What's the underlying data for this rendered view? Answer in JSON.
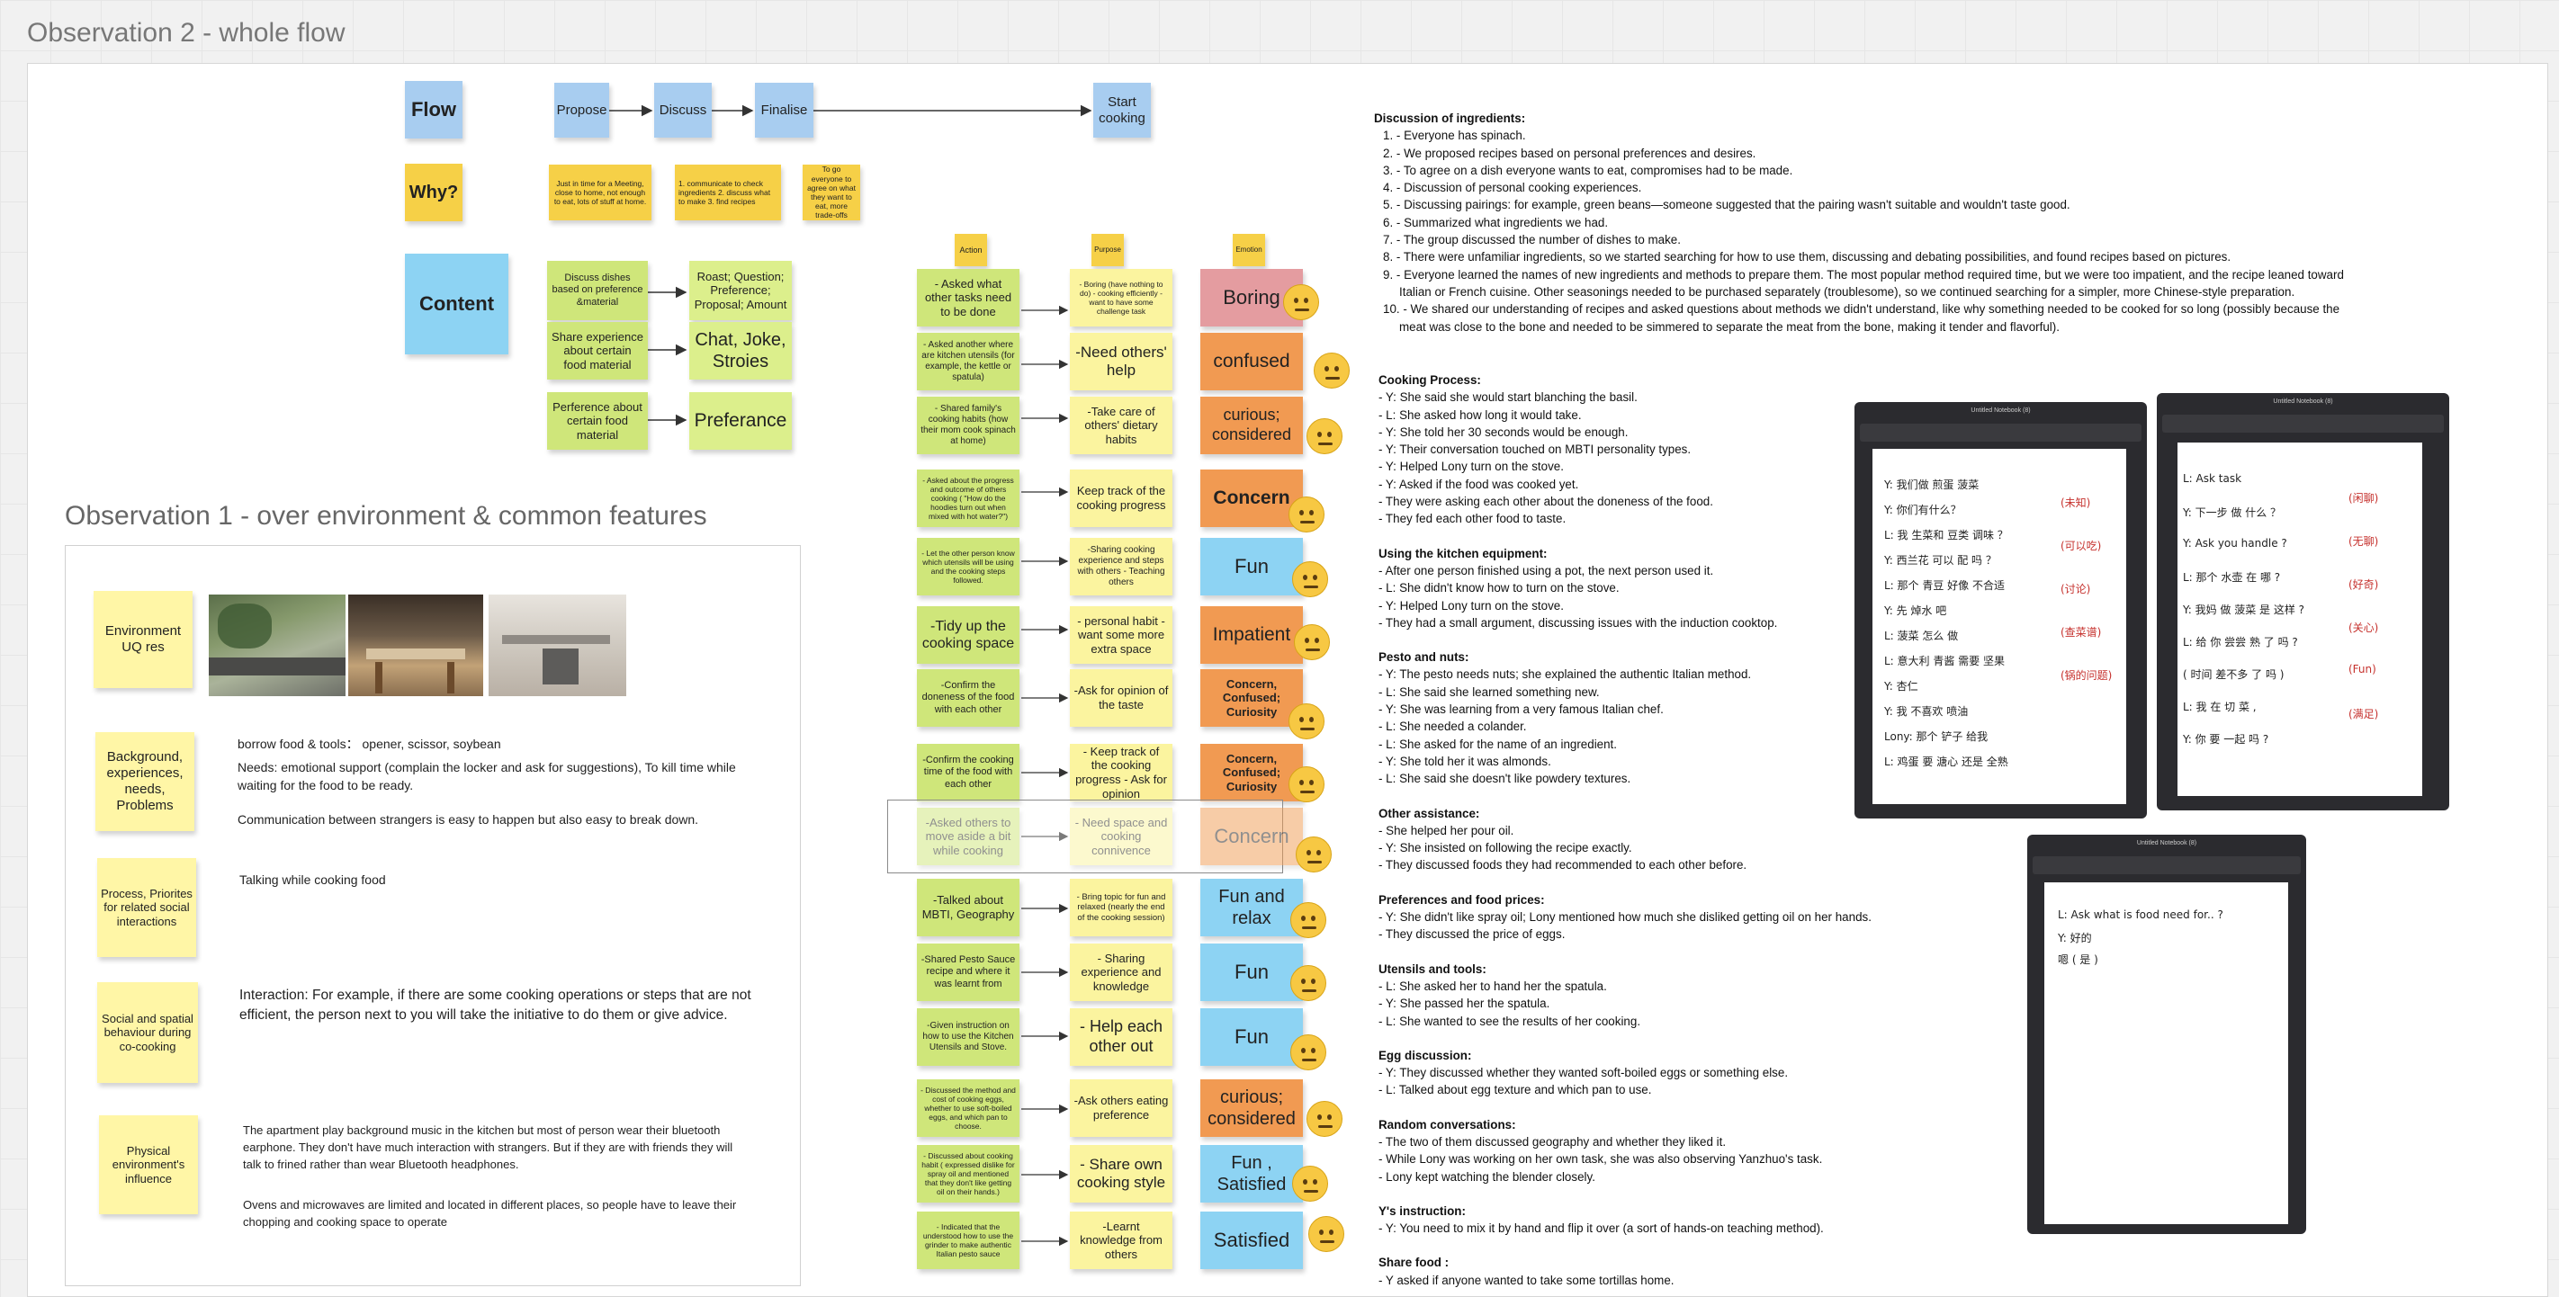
{
  "obs2_title": "Observation 2 - whole flow",
  "obs1_title": "Observation 1 - over environment & common features",
  "flow": {
    "row_labels": {
      "flow": "Flow",
      "why": "Why?",
      "content": "Content"
    },
    "steps": [
      "Propose",
      "Discuss",
      "Finalise",
      "Start cooking"
    ],
    "why_notes": [
      "Just in time for a Meeting, close to home, not enough to eat, lots of stuff at home.",
      "1. communicate to check ingredients 2. discuss what to make 3. find recipes",
      "To go everyone to agree on what they want to eat, more trade-offs"
    ],
    "content_rows": [
      {
        "left": "Discuss dishes based on preference &material",
        "right": "Roast;  Question; Preference; Proposal;  Amount"
      },
      {
        "left": "Share experience about certain food material",
        "right": "Chat, Joke, Stroies"
      },
      {
        "left": "Perference about certain food material",
        "right": "Preferance"
      }
    ]
  },
  "columns": {
    "action": "Action",
    "purpose": "Purpose",
    "emotion": "Emotion"
  },
  "rows": [
    {
      "action": "- Asked what other tasks need to be done",
      "purpose": "- Boring (have nothing to do) - cooking efficiently - want to have some challenge task",
      "emotion": "Boring"
    },
    {
      "action": "- Asked another where are kitchen utensils (for example, the kettle or spatula)",
      "purpose": "-Need others' help",
      "emotion": "confused"
    },
    {
      "action": "- Shared family's cooking habits (how their mom cook spinach at home)",
      "purpose": "-Take care of others' dietary habits",
      "emotion": "curious; considered"
    },
    {
      "action": "- Asked about the progress and outcome of others cooking ( \"How do the hoodies turn out when mixed with hot water?\")",
      "purpose": "Keep track of the cooking progress",
      "emotion": "Concern"
    },
    {
      "action": "- Let the other person know which utensils will be using and the cooking steps followed.",
      "purpose": "-Sharing cooking experience and steps with others - Teaching others",
      "emotion": "Fun"
    },
    {
      "action": "-Tidy up the cooking space",
      "purpose": "- personal habit - want some more extra space",
      "emotion": "Impatient"
    },
    {
      "action": "-Confirm the doneness of the food with each other",
      "purpose": "-Ask for opinion of the taste",
      "emotion": "Concern, Confused; Curiosity"
    },
    {
      "action": "-Confirm the cooking time of the food with each other",
      "purpose": "- Keep track of the cooking progress - Ask for opinion",
      "emotion": "Concern, Confused; Curiosity"
    },
    {
      "action": "-Asked others to move aside a bit while cooking",
      "purpose": "- Need space and cooking connivence",
      "emotion": "Concern"
    },
    {
      "action": "-Talked about MBTI, Geography",
      "purpose": "- Bring topic for fun and relaxed (nearly the end of the cooking session)",
      "emotion": "Fun and relax"
    },
    {
      "action": "-Shared Pesto Sauce recipe and where it was learnt from",
      "purpose": "- Sharing experience and knowledge",
      "emotion": "Fun"
    },
    {
      "action": "-Given instruction on how to use the Kitchen Utensils and Stove.",
      "purpose": "- Help each other out",
      "emotion": "Fun"
    },
    {
      "action": "- Discussed the method and cost of cooking eggs, whether to use soft-boiled eggs, and which pan to choose.",
      "purpose": "-Ask others eating preference",
      "emotion": "curious; considered"
    },
    {
      "action": "- Discussed about cooking habit ( expressed dislike for spray oil and mentioned that they don't like getting oil on their hands.)",
      "purpose": "- Share own cooking style",
      "emotion": "Fun , Satisfied"
    },
    {
      "action": "- Indicated that the understood how to use the grinder to make authentic Italian pesto sauce",
      "purpose": "-Learnt knowledge from others",
      "emotion": "Satisfied"
    }
  ],
  "obs1": {
    "rows": [
      {
        "label": "Environment UQ res"
      },
      {
        "label": "Background, experiences, needs, Problems",
        "lines": [
          "borrow food & tools： opener, scissor, soybean",
          "Needs: emotional support (complain the locker and ask for suggestions), To kill time while waiting for the food to be ready.",
          "Communication between strangers is easy to happen but also easy to break down."
        ]
      },
      {
        "label": "Process, Priorites for related social interactions",
        "lines": [
          "Talking while cooking food"
        ]
      },
      {
        "label": "Social and spatial behaviour during co-cooking",
        "lines": [
          "Interaction: For example, if there are some cooking operations or steps that are not efficient, the person next to you will take the initiative to do them or give advice."
        ]
      },
      {
        "label": "Physical environment's influence",
        "lines": [
          "The apartment play background music in the kitchen but most of person wear their bluetooth earphone. They don't have much interaction with strangers. But if they are with friends they will talk to frined rather than wear Bluetooth headphones.",
          "Ovens and microwaves are limited and located in different places, so people have to leave their chopping and cooking space to operate"
        ]
      }
    ]
  },
  "notes": {
    "ingredients_title": "Discussion of ingredients:",
    "ingredients": [
      "1. - Everyone has spinach.",
      "2. - We proposed recipes based on personal preferences and desires.",
      "3. - To agree on a dish everyone wants to eat, compromises had to be made.",
      "4. - Discussion of personal cooking experiences.",
      "5. - Discussing pairings: for example, green beans—someone suggested that the pairing wasn't suitable and wouldn't taste good.",
      "6. - Summarized what ingredients we had.",
      "7. - The group discussed the number of dishes to make.",
      "8. - There were unfamiliar ingredients, so we started searching for how to use them, discussing and debating possibilities, and found recipes based on pictures.",
      "9. - Everyone learned the names of new ingredients and methods to prepare them. The most popular method required time, but we were too impatient, and the recipe leaned toward",
      "Italian or French cuisine. Other seasonings needed to be purchased separately (troublesome), so we continued searching for a simpler, more Chinese-style preparation.",
      "10. - We shared our understanding of recipes and asked questions about methods we didn't understand, like why something needed to be cooked for so long (possibly because the",
      "meat was close to the bone and needed to be simmered to separate the meat from the bone, making it tender and flavorful)."
    ],
    "sections": [
      {
        "title": "Cooking Process:",
        "lines": [
          "- Y: She said she would start blanching the basil.",
          "- L: She asked how long it would take.",
          "- Y: She told her 30 seconds would be enough.",
          "- Y: Their conversation touched on MBTI personality types.",
          "- Y: Helped Lony turn on the stove.",
          "- Y: Asked if the food was cooked yet.",
          "- They were asking each other about the doneness of the food.",
          "- They fed each other food to taste."
        ]
      },
      {
        "title": "Using the kitchen equipment:",
        "lines": [
          "- After one person finished using a pot, the next person used it.",
          "- L: She didn't know how to turn on the stove.",
          "- Y: Helped Lony turn on the stove.",
          "- They had a small argument, discussing issues with the induction cooktop."
        ]
      },
      {
        "title": "Pesto and nuts:",
        "lines": [
          "- Y: The pesto needs nuts; she explained the authentic Italian method.",
          "- L: She said she learned something new.",
          "- Y: She was learning from a very famous Italian chef.",
          "- L: She needed a colander.",
          "- L: She asked for the name of an ingredient.",
          "- Y: She told her it was almonds.",
          "- L: She said she doesn't like powdery textures."
        ]
      },
      {
        "title": "Other assistance:",
        "lines": [
          "- She helped her pour oil.",
          "- Y: She insisted on following the recipe exactly.",
          "- They discussed foods they had recommended to each other before."
        ]
      },
      {
        "title": "Preferences and food prices:",
        "lines": [
          "- Y: She didn't like spray oil; Lony mentioned how much she disliked getting oil on her hands.",
          "- They discussed the price of eggs."
        ]
      },
      {
        "title": "Utensils and tools:",
        "lines": [
          "- L: She asked her to hand her the spatula.",
          "- Y: She passed her the spatula.",
          "- L: She wanted to see the results of her cooking."
        ]
      },
      {
        "title": "Egg discussion:",
        "lines": [
          "- Y: They discussed whether they wanted soft-boiled eggs or something else.",
          "- L: Talked about egg texture and which pan to use."
        ]
      },
      {
        "title": "Random conversations:",
        "lines": [
          "- The two of them discussed geography and whether they liked it.",
          "- While Lony was working on her own task, she was also observing Yanzhuo's task.",
          "- Lony kept watching the blender closely."
        ]
      },
      {
        "title": "Y's instruction:",
        "lines": [
          "- Y: You need to mix it by hand and flip it over (a sort of hands-on teaching method)."
        ]
      },
      {
        "title": "Share food :",
        "lines": [
          "- Y asked if anyone wanted to take some tortillas home."
        ]
      }
    ]
  },
  "tablets": {
    "t1": {
      "header": "Untitled Notebook (8)",
      "lines": [
        "Y: 我们做 煎蛋 菠菜",
        "Y: 你们有什么？",
        "L: 我 生菜和 豆类 调味 ？",
        "Y: 西兰花 可以 配 吗 ？",
        "L: 那个 青豆 好像 不合适",
        "Y: 先 焯水 吧",
        "L: 菠菜 怎么 做",
        "L: 意大利 青酱 需要 坚果",
        "Y: 杏仁",
        "Y: 我 不喜欢 喷油",
        "Lony: 那个 铲子 给我",
        "L: 鸡蛋 要 溏心 还是 全熟"
      ],
      "red": [
        "(未知)",
        "(可以吃)",
        "(讨论)",
        "(查菜谱)",
        "(锅的问题)"
      ]
    },
    "t2": {
      "header": "Untitled Notebook (8)",
      "lines": [
        "L: Ask task",
        "Y: 下一步 做 什么 ？",
        "Y: Ask you handle ?",
        "L: 那个 水壶 在 哪 ?",
        "Y: 我妈 做 菠菜 是 这样 ?",
        "L: 给 你 尝尝 熟 了 吗 ?",
        "( 时间 差不多 了 吗 )",
        "L: 我 在 切 菜 ,",
        "Y: 你 要 一起 吗 ?"
      ],
      "red": [
        "(闲聊)",
        "(无聊)",
        "(好奇)",
        "(关心)",
        "(Fun)",
        "(满足)"
      ]
    },
    "t3": {
      "header": "Untitled Notebook (8)",
      "lines": [
        "L: Ask what is food need for.. ?",
        "Y: 好的",
        "嗯 ( 是 )"
      ]
    }
  }
}
